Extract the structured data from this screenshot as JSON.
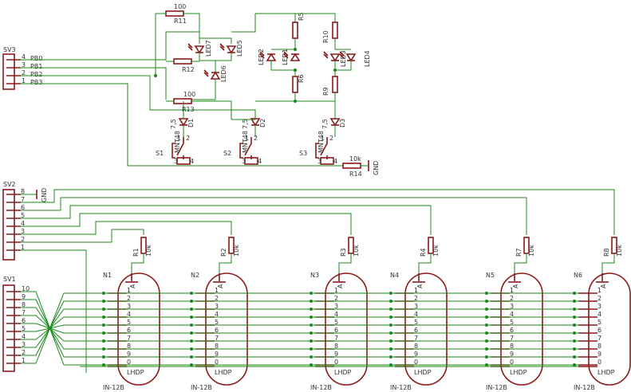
{
  "connectors": [
    {
      "name": "SV3",
      "pins": [
        "4",
        "3",
        "2",
        "1"
      ],
      "signals": [
        "PB0",
        "PB1",
        "PB2",
        "PB3"
      ]
    },
    {
      "name": "SV2",
      "pins": [
        "8",
        "7",
        "6",
        "5",
        "4",
        "3",
        "2",
        "1"
      ],
      "gnd": "GND"
    },
    {
      "name": "SV1",
      "pins": [
        "10",
        "9",
        "8",
        "7",
        "6",
        "5",
        "4",
        "3",
        "2",
        "1"
      ]
    }
  ],
  "top": {
    "resistors": [
      {
        "name": "R11",
        "value": "100"
      },
      {
        "name": "R12",
        "value": ""
      },
      {
        "name": "R13",
        "value": "100"
      },
      {
        "name": "R5",
        "value": ""
      },
      {
        "name": "R6",
        "value": ""
      },
      {
        "name": "R10",
        "value": ""
      },
      {
        "name": "R9",
        "value": ""
      },
      {
        "name": "R14",
        "value": "10k"
      }
    ],
    "leds": [
      "LED7",
      "LED5",
      "LED6",
      "LED2",
      "LED1",
      "LED3",
      "LED4"
    ],
    "diodes": [
      {
        "name": "D1",
        "value": "7,5"
      },
      {
        "name": "D2",
        "value": "7,5"
      },
      {
        "name": "D3",
        "value": "7,5"
      }
    ],
    "switches": [
      {
        "name": "S1",
        "type": "MNT48"
      },
      {
        "name": "S2",
        "type": "MNT48"
      },
      {
        "name": "S3",
        "type": "MNT48"
      }
    ],
    "gnd": "GND",
    "pin_nums": [
      "1",
      "2",
      "3",
      "4"
    ]
  },
  "tubes": [
    {
      "ref": "N1",
      "r": "R1",
      "rv": "10k",
      "type": "IN-12B",
      "anode": "A",
      "lhdp": "LHDP"
    },
    {
      "ref": "N2",
      "r": "R2",
      "rv": "10k",
      "type": "IN-12B",
      "anode": "A",
      "lhdp": "LHDP"
    },
    {
      "ref": "N3",
      "r": "R3",
      "rv": "10k",
      "type": "IN-12B",
      "anode": "A",
      "lhdp": "LHDP"
    },
    {
      "ref": "N4",
      "r": "R4",
      "rv": "10k",
      "type": "IN-12B",
      "anode": "A",
      "lhdp": "LHDP"
    },
    {
      "ref": "N5",
      "r": "R7",
      "rv": "10k",
      "type": "IN-12B",
      "anode": "A",
      "lhdp": "LHDP"
    },
    {
      "ref": "N6",
      "r": "R8",
      "rv": "10k",
      "type": "IN-12B",
      "anode": "A",
      "lhdp": "LHDP"
    }
  ],
  "cathode_labels": [
    "1",
    "2",
    "3",
    "4",
    "5",
    "6",
    "7",
    "8",
    "9",
    "0"
  ]
}
